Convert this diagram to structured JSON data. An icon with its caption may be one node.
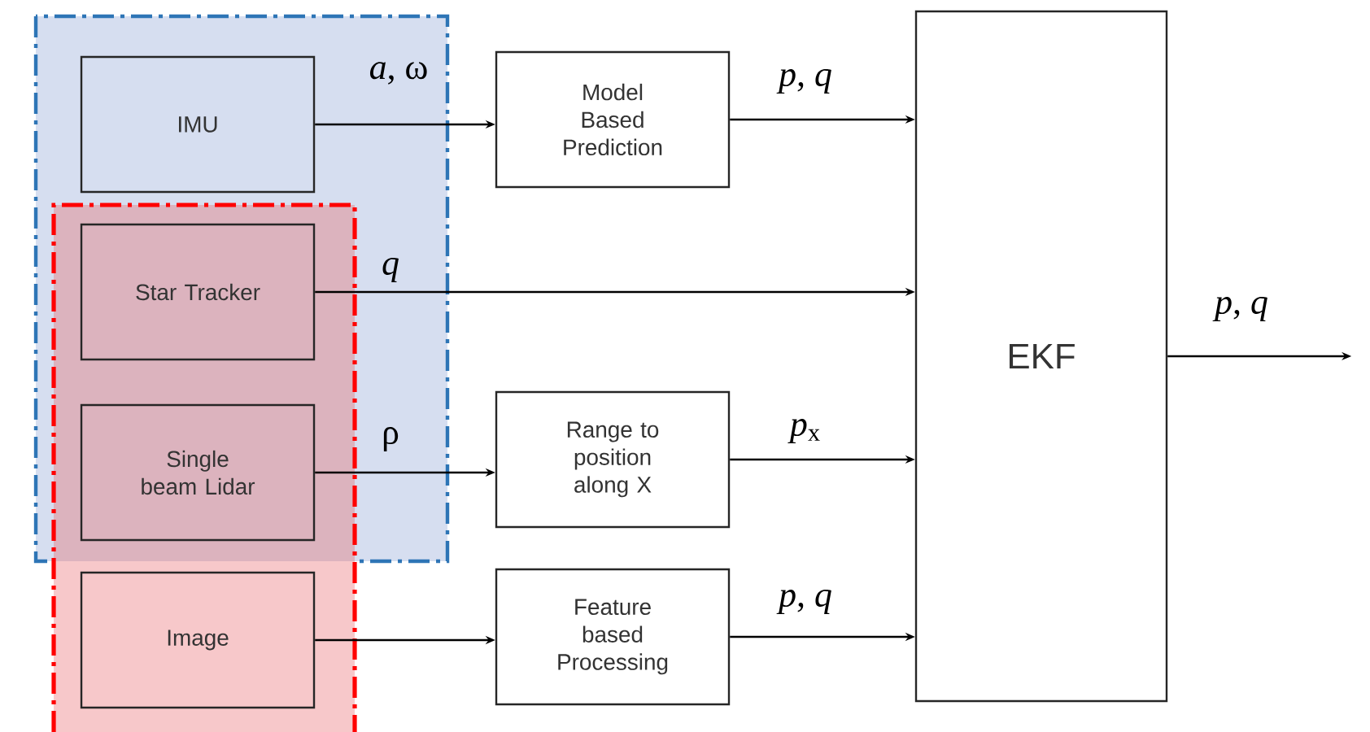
{
  "diagram": {
    "nodes": [
      {
        "text": [
          "IMU"
        ]
      },
      {
        "text": [
          "Star Tracker"
        ]
      },
      {
        "text": [
          "Single beam Lidar"
        ]
      },
      {
        "text": [
          "Image"
        ]
      },
      {
        "text": [
          "Model Based Prediction"
        ]
      },
      {
        "text": [
          "Range to position along X"
        ]
      },
      {
        "text": [
          "Feature based Processing"
        ]
      },
      {
        "text": [
          "EKF"
        ]
      }
    ],
    "edges": [
      {
        "from": 0,
        "to": 4,
        "arrow": "to",
        "label": "*a*, ω"
      },
      {
        "from": 1,
        "to": 7,
        "arrow": "to",
        "label": "*q*"
      },
      {
        "from": 2,
        "to": 5,
        "arrow": "to",
        "label": "ρ"
      },
      {
        "from": 3,
        "to": 6,
        "arrow": "to"
      },
      {
        "from": 4,
        "to": 7,
        "arrow": "to",
        "label": "*p*, *q*"
      },
      {
        "from": 5,
        "to": 7,
        "arrow": "to",
        "label": "*p*$_{x}$"
      },
      {
        "from": 6,
        "to": 7,
        "arrow": "to",
        "label": "*p*, *q*"
      },
      {
        "from": 7,
        "to": null,
        "arrow": "to",
        "label": "*p*, *q*"
      }
    ]
  }
}
